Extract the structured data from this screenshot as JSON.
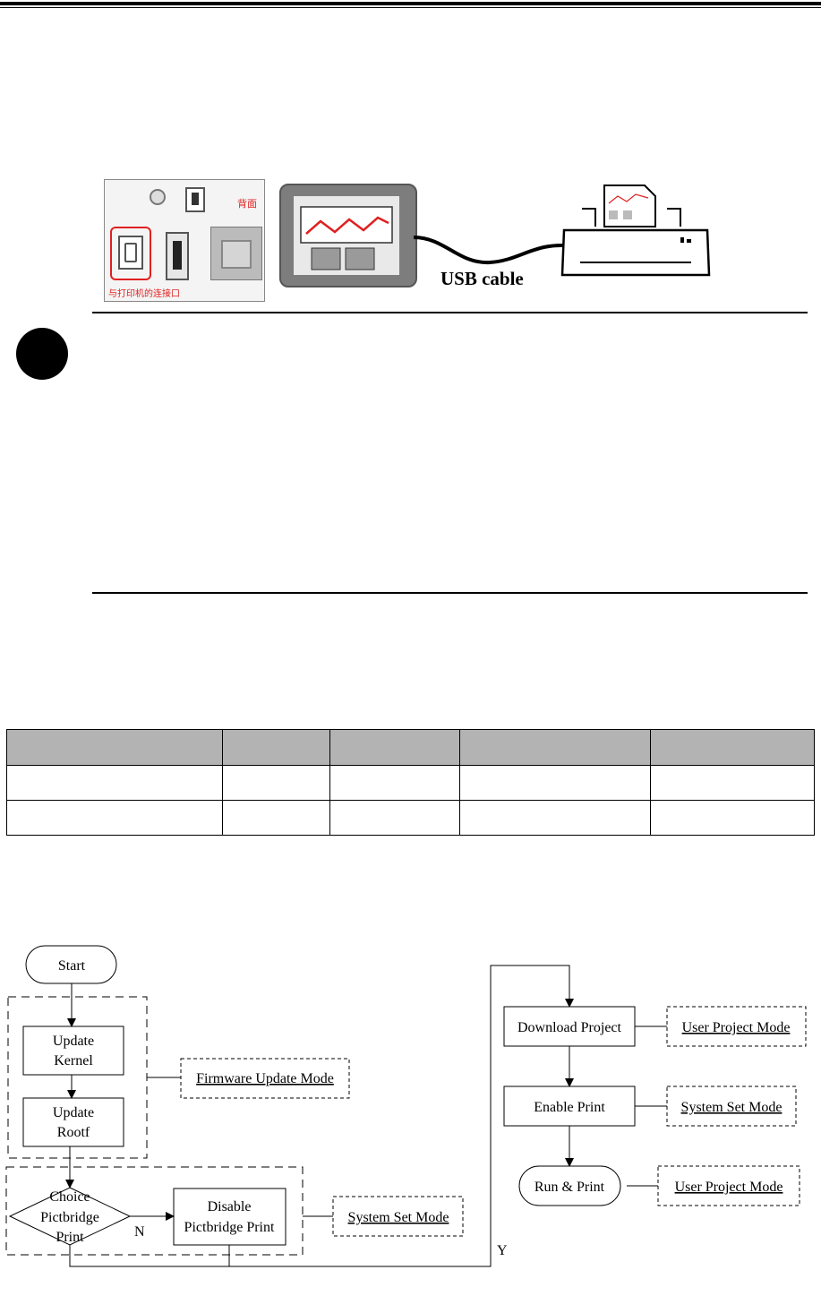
{
  "device_diagram": {
    "panel_label_back": "背面",
    "panel_label_port": "与打印机的连接口",
    "cable_label": "USB cable"
  },
  "spec_table": {
    "columns": 5,
    "header": [
      "",
      "",
      "",
      "",
      ""
    ],
    "rows": [
      [
        "",
        "",
        "",
        "",
        ""
      ],
      [
        "",
        "",
        "",
        "",
        ""
      ]
    ]
  },
  "flowchart": {
    "start": "Start",
    "update_kernel": [
      "Update",
      "Kernel"
    ],
    "update_rootf": [
      "Update",
      "Rootf"
    ],
    "firmware_mode": "Firmware Update Mode",
    "choice": [
      "Choice",
      "Pictbridge",
      "Print"
    ],
    "branch_no": "N",
    "branch_yes": "Y",
    "disable": [
      "Disable",
      "Pictbridge Print"
    ],
    "system_set_mode_1": "System Set Mode",
    "download_project": "Download Project",
    "user_project_mode_1": "User Project Mode",
    "enable_print": "Enable Print",
    "system_set_mode_2": "System Set Mode",
    "run_print": "Run & Print",
    "user_project_mode_2": "User Project Mode"
  },
  "colors": {
    "accent_red": "#e02020",
    "panel_gray": "#c8c8c8",
    "screen_gray": "#7d7d7d",
    "table_header": "#b3b3b3"
  }
}
